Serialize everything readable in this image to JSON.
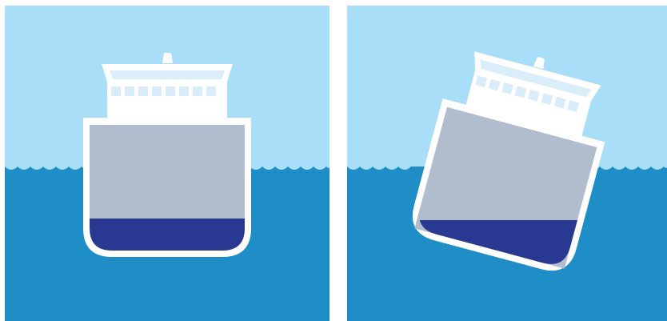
{
  "colors": {
    "sky": "#a9def8",
    "sea": "#1f8ec6",
    "hull_outline": "#ffffff",
    "hull_fill": "#b1bdcc",
    "ballast": "#293991",
    "window": "#d9ecfa",
    "bridge_window_band": "#d9eef9"
  },
  "panels": [
    {
      "id": "upright",
      "heel_degrees": 0
    },
    {
      "id": "heeled",
      "heel_degrees": 15
    }
  ]
}
